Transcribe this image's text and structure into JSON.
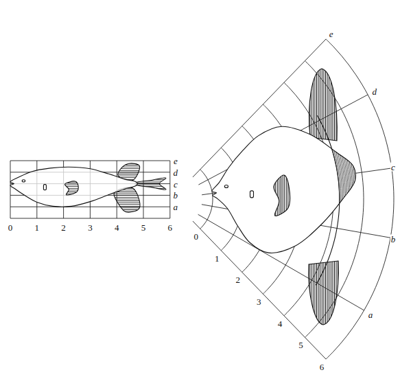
{
  "diagram": {
    "labels": [
      "0",
      "1",
      "2",
      "3",
      "4",
      "5",
      "6",
      "e",
      "d",
      "c",
      "b",
      "a",
      "e",
      "d",
      "c",
      "b",
      "a",
      "0",
      "1",
      "2",
      "3",
      "4",
      "5",
      "6"
    ]
  }
}
